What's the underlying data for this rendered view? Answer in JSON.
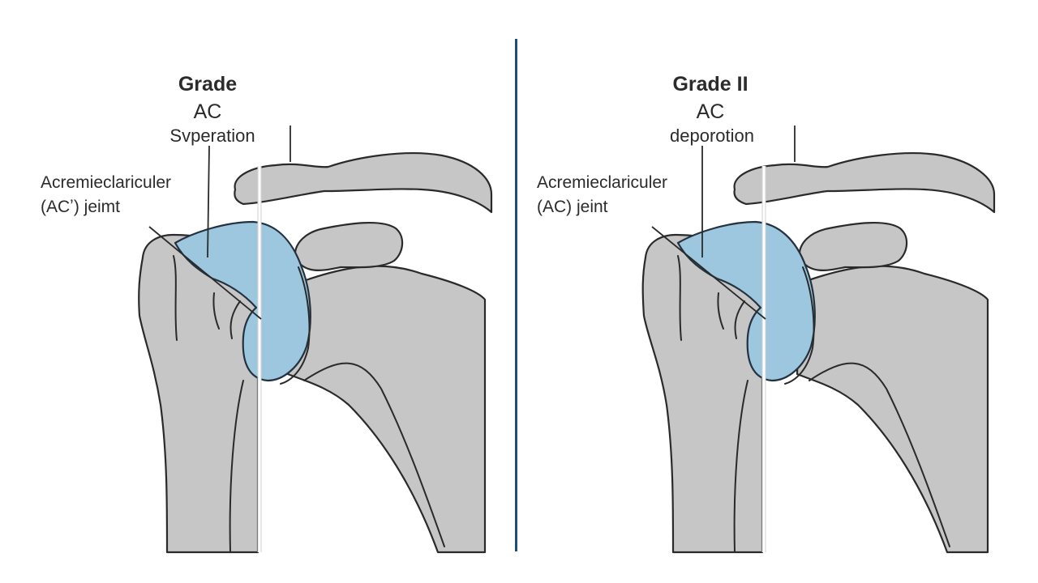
{
  "panels": [
    {
      "title_line1": "Grade",
      "title_line2": "AC",
      "title_line3": "Svperation",
      "label_line1": "Acremieclariculеr",
      "label_line2": "(ACʼ) jeimt"
    },
    {
      "title_line1": "Grade II",
      "title_line2": "AC",
      "title_line3": "deporotion",
      "label_line1": "Acremieclariculеr",
      "label_line2": "(AC) jeint"
    }
  ],
  "colors": {
    "bone": "#c6c6c6",
    "cartilage": "#9cc7df",
    "outline": "#2a2a2a",
    "divider": "#1f4e78",
    "background": "#ffffff"
  }
}
